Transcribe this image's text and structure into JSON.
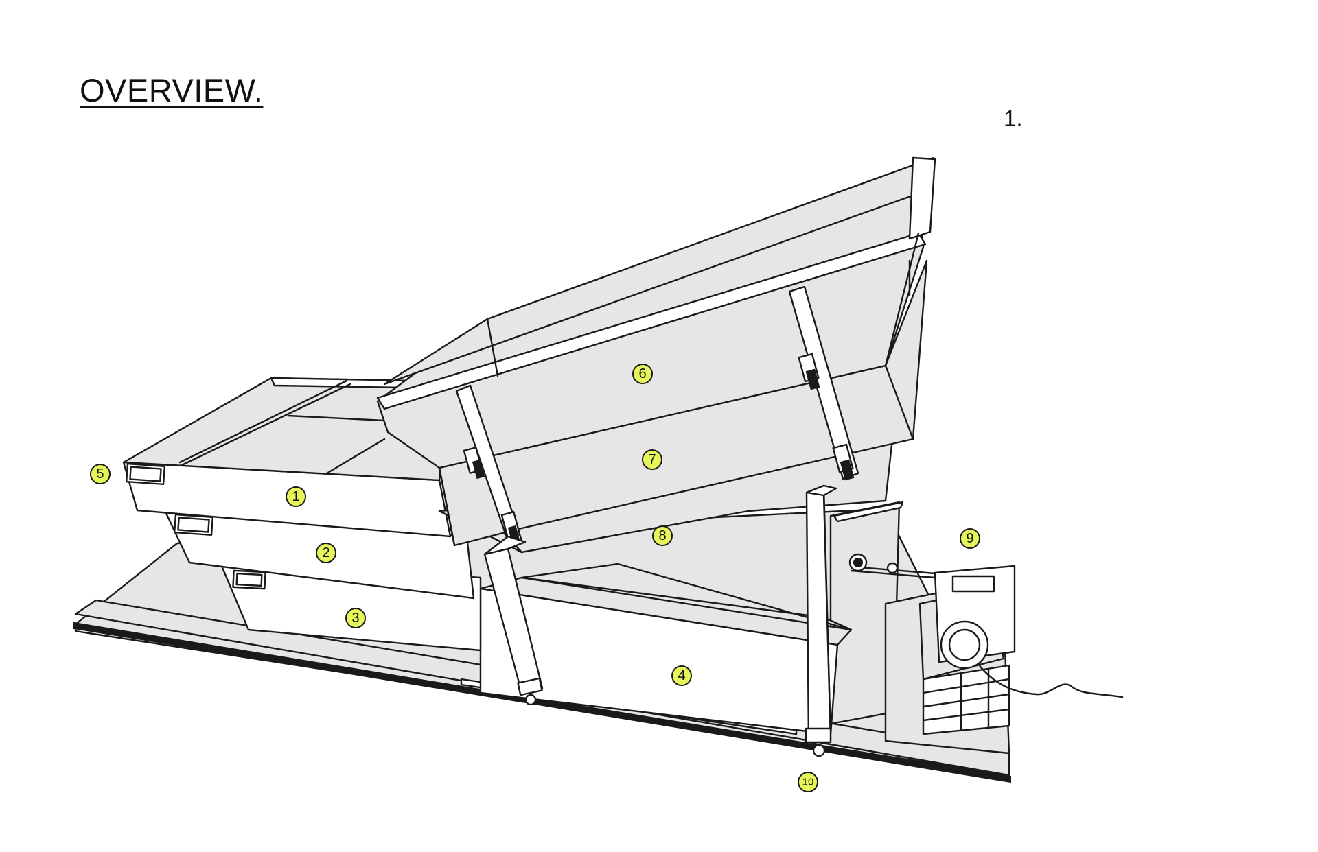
{
  "title": "OVERVIEW.",
  "page_number": "1.",
  "callouts": [
    {
      "id": "1",
      "label": "1"
    },
    {
      "id": "2",
      "label": "2"
    },
    {
      "id": "3",
      "label": "3"
    },
    {
      "id": "4",
      "label": "4"
    },
    {
      "id": "5",
      "label": "5"
    },
    {
      "id": "6",
      "label": "6"
    },
    {
      "id": "7",
      "label": "7"
    },
    {
      "id": "8",
      "label": "8"
    },
    {
      "id": "9",
      "label": "9"
    },
    {
      "id": "10",
      "label": "10"
    }
  ],
  "colors": {
    "callout_fill": "#e6f55a",
    "panel_fill": "#e6e6e6",
    "line": "#1a1a1a"
  }
}
